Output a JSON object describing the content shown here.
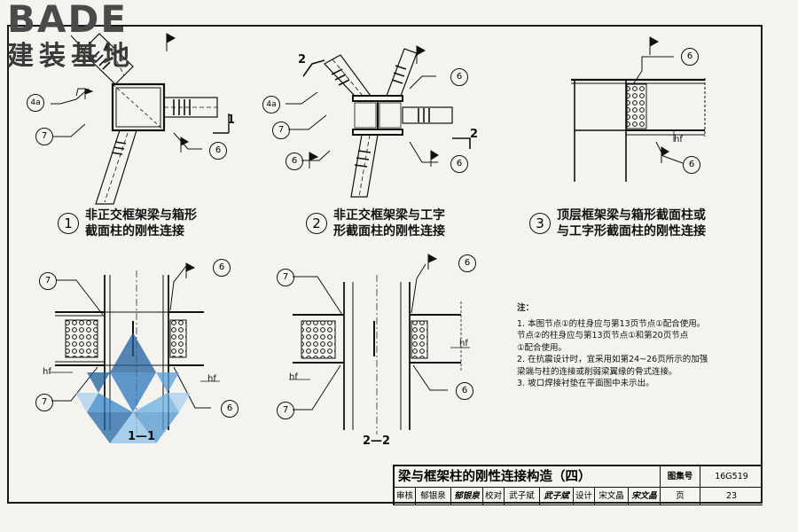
{
  "logo": {
    "brand": "BADE",
    "brand_cn": "建装基地"
  },
  "details": [
    {
      "num": "1",
      "line1": "非正交框架梁与箱形",
      "line2": "截面柱的刚性连接"
    },
    {
      "num": "2",
      "line1": "非正交框架梁与工字",
      "line2": "形截面柱的刚性连接"
    },
    {
      "num": "3",
      "line1": "顶层框架梁与箱形截面柱或",
      "line2": "与工字形截面柱的刚性连接"
    }
  ],
  "sections": {
    "s11": "1—1",
    "s22": "2—2",
    "cut1": "1",
    "cut2": "2"
  },
  "callouts": {
    "c4a": "4a",
    "c6": "6",
    "c7": "7",
    "hf": "hf"
  },
  "notes": {
    "heading": "注：",
    "lines": [
      "1. 本图节点①的柱身应与第13页节点①配合使用。",
      "   节点②的柱身应与第13页节点①和第20页节点",
      "   ①配合使用。",
      "2. 在抗震设计时，宜采用如第24~26页所示的加强",
      "   梁端与柱的连接或削弱梁翼缘的骨式连接。",
      "3. 坡口焊接衬垫在平面图中未示出。"
    ]
  },
  "title_block": {
    "title": "梁与框架柱的刚性连接构造（四）",
    "atlas_label": "图集号",
    "atlas_no": "16G519",
    "review_label": "审核",
    "reviewer": "郁银泉",
    "reviewer_sig": "郁银泉",
    "check_label": "校对",
    "checker": "武子斌",
    "checker_sig": "武子斌",
    "design_label": "设计",
    "designer": "宋文晶",
    "designer_sig": "宋文晶",
    "page_label": "页",
    "page_no": "23"
  }
}
